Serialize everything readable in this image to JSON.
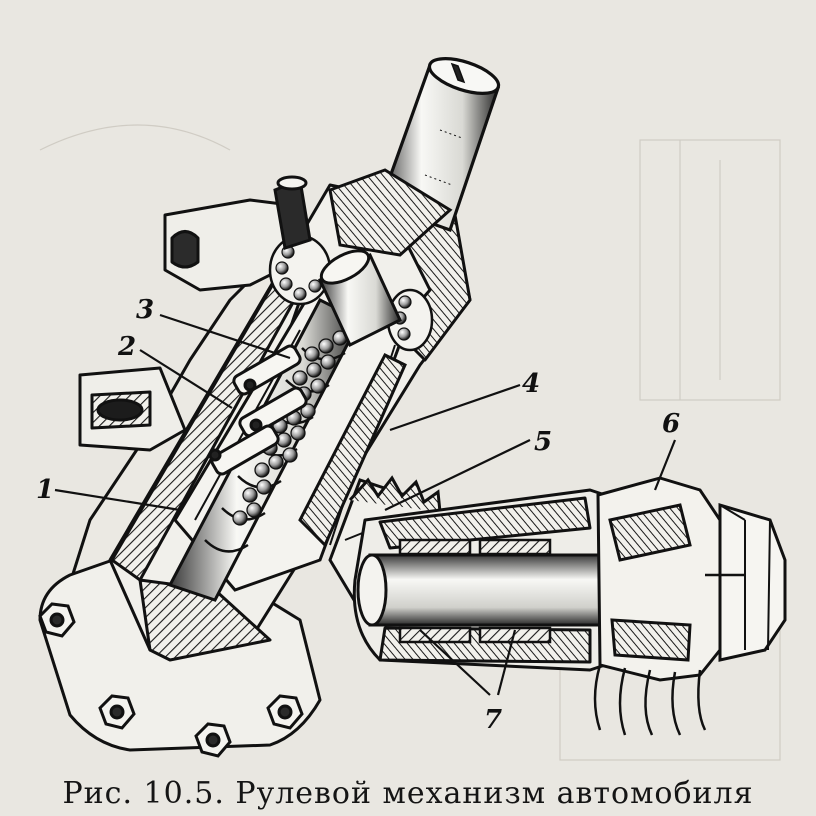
{
  "figure": {
    "callouts": [
      {
        "id": "1",
        "label": "1"
      },
      {
        "id": "2",
        "label": "2"
      },
      {
        "id": "3",
        "label": "3"
      },
      {
        "id": "4",
        "label": "4"
      },
      {
        "id": "5",
        "label": "5"
      },
      {
        "id": "6",
        "label": "6"
      },
      {
        "id": "7",
        "label": "7"
      }
    ],
    "caption": "Рис. 10.5. Рулевой механизм автомобиля"
  },
  "colors": {
    "ink": "#111111",
    "paper": "#e9e7e1",
    "metal": "#f4f3ef",
    "shade": "#2a2a2a"
  }
}
